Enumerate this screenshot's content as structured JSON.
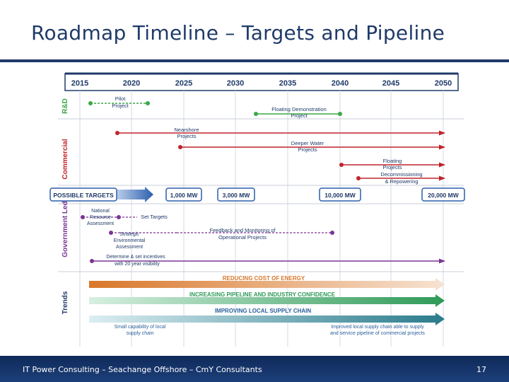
{
  "slide": {
    "title": "Roadmap Timeline – Targets and Pipeline",
    "footer": "IT Power Consulting – Seachange Offshore – CmY Consultants",
    "page_number": "17"
  },
  "timeline": {
    "years": [
      "2015",
      "2020",
      "2025",
      "2030",
      "2035",
      "2040",
      "2045",
      "2050"
    ],
    "sections": {
      "rd": "R&D",
      "commercial": "Commercial",
      "government": "Government Led",
      "trends": "Trends"
    },
    "rd_items": {
      "pilot": [
        "Pilot",
        "Project"
      ],
      "floating_demo": [
        "Floating Demonstration",
        "Project"
      ]
    },
    "commercial_items": {
      "nearshore": [
        "Nearshore",
        "Projects"
      ],
      "deeper": [
        "Deeper Water",
        "Projects"
      ],
      "floating": [
        "Floating",
        "Projects"
      ],
      "decom": [
        "Decommissioning",
        "& Repowering"
      ]
    },
    "targets": {
      "label": "POSSIBLE TARGETS",
      "t1": "1,000 MW",
      "t2": "3,000 MW",
      "t3": "10,000 MW",
      "t4": "20,000 MW"
    },
    "government_items": {
      "national": [
        "National",
        "Resource",
        "Assessment"
      ],
      "set_targets": "Set Targets",
      "strategic": [
        "Strategic",
        "Environmental",
        "Assessment"
      ],
      "feedback": [
        "Feedback and Monitoring of",
        "Operational Projects"
      ],
      "incentives": [
        "Determine & set incentives",
        "with 20 year visibility"
      ]
    },
    "trends": {
      "reducing": "REDUCING COST OF ENERGY",
      "increasing": "INCREASING PIPELINE AND INDUSTRY CONFIDENCE",
      "improving": "IMPROVING LOCAL SUPPLY CHAIN",
      "small": [
        "Small capability of local",
        "supply chain"
      ],
      "improved": [
        "Improved local supply chain able to supply",
        "and service pipeline of commercial projects"
      ]
    },
    "colors": {
      "header": "#1f3a68",
      "rd": "#3aa845",
      "commercial": "#c0232b",
      "government": "#7a3594",
      "target": "#1f3a68",
      "arrow_blue": "#2b5fad",
      "trend_orange": "#d9772a",
      "trend_green": "#2e9a57",
      "trend_teal": "#2a7b8c"
    }
  }
}
